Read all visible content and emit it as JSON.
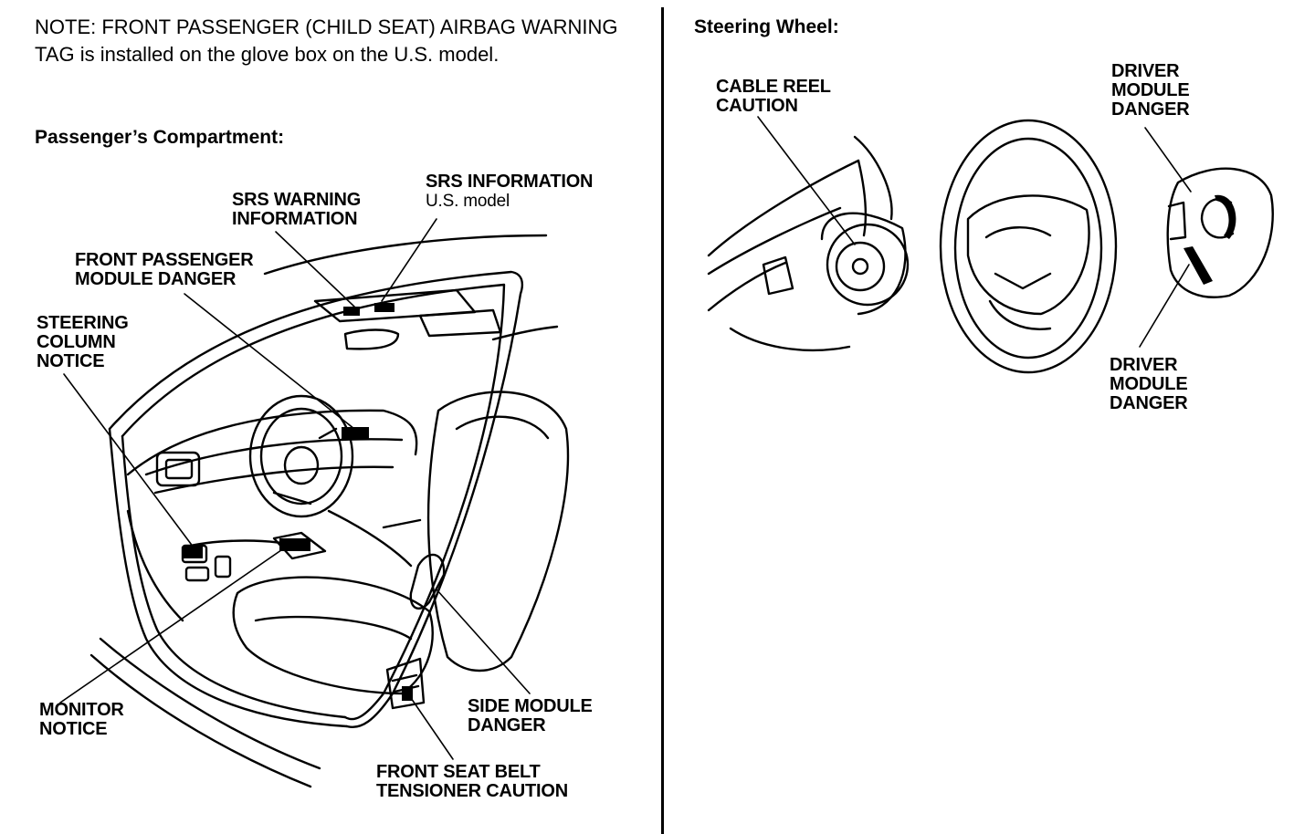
{
  "note": {
    "text": "NOTE: FRONT PASSENGER (CHILD SEAT) AIRBAG WARNING TAG is installed on the glove box on the U.S. model."
  },
  "left_panel": {
    "heading": "Passenger’s Compartment:",
    "labels": {
      "srs_warning_information": [
        "SRS WARNING",
        "INFORMATION"
      ],
      "srs_information": "SRS INFORMATION",
      "srs_information_sub": "U.S. model",
      "front_passenger_module_danger": [
        "FRONT PASSENGER",
        "MODULE DANGER"
      ],
      "steering_column_notice": [
        "STEERING",
        "COLUMN",
        "NOTICE"
      ],
      "monitor_notice": [
        "MONITOR",
        "NOTICE"
      ],
      "side_module_danger": [
        "SIDE MODULE",
        "DANGER"
      ],
      "front_seat_belt_tensioner_caution": [
        "FRONT SEAT BELT",
        "TENSIONER CAUTION"
      ]
    }
  },
  "right_panel": {
    "heading": "Steering Wheel:",
    "labels": {
      "cable_reel_caution": [
        "CABLE REEL",
        "CAUTION"
      ],
      "driver_module_danger_top": [
        "DRIVER",
        "MODULE",
        "DANGER"
      ],
      "driver_module_danger_bottom": [
        "DRIVER",
        "MODULE",
        "DANGER"
      ]
    }
  }
}
